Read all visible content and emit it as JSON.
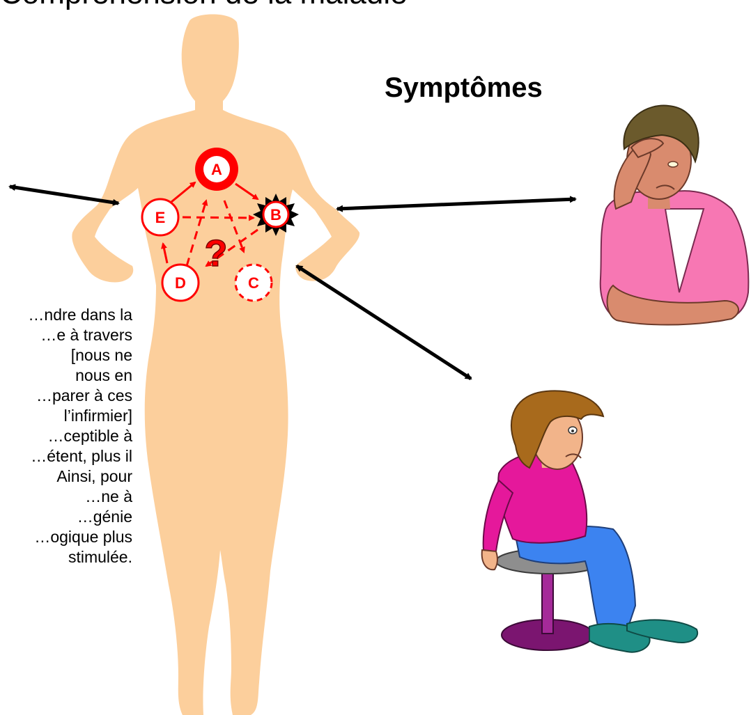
{
  "slide_title": "Compréhension de la maladie",
  "symptoms_heading": "Symptômes",
  "body_lines": [
    "…ndre dans la",
    "…e à travers",
    "[nous ne",
    "nous en",
    "…parer à ces",
    "l’infirmier]",
    "…ceptible à",
    "…étent, plus il",
    "Ainsi, pour",
    "…ne à",
    "…génie",
    "…ogique plus",
    "stimulée."
  ],
  "diagram": {
    "nodes": [
      {
        "id": "A",
        "label": "A"
      },
      {
        "id": "B",
        "label": "B"
      },
      {
        "id": "C",
        "label": "C"
      },
      {
        "id": "D",
        "label": "D"
      },
      {
        "id": "E",
        "label": "E"
      }
    ],
    "center_symbol": "?"
  },
  "colors": {
    "silhouette": "#fccf9c",
    "diagram_red": "#ff0000",
    "arrow": "#000000",
    "shirt_pink": "#f777b3",
    "sweater_magenta": "#e5189b",
    "jeans_blue": "#3c83f0"
  },
  "illustrations": [
    "woman-silhouette",
    "headache-woman-clipart",
    "sad-girl-on-stool-clipart"
  ]
}
